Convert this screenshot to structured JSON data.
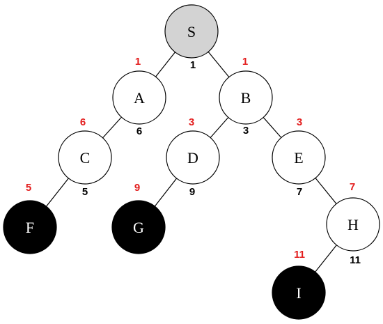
{
  "colors": {
    "edge": "#000000",
    "node_stroke": "#000000",
    "node_default_fill": "#ffffff",
    "node_start_fill": "#d3d3d3",
    "node_goal_fill": "#000000",
    "label_dark": "#000000",
    "label_light": "#ffffff",
    "red_value": "#e31d1d",
    "black_value": "#000000"
  },
  "nodes": [
    {
      "id": "S",
      "label": "S",
      "kind": "start",
      "red_value": "",
      "black_value": "1"
    },
    {
      "id": "A",
      "label": "A",
      "kind": "normal",
      "red_value": "1",
      "black_value": "6"
    },
    {
      "id": "B",
      "label": "B",
      "kind": "normal",
      "red_value": "1",
      "black_value": "3"
    },
    {
      "id": "C",
      "label": "C",
      "kind": "normal",
      "red_value": "6",
      "black_value": "5"
    },
    {
      "id": "D",
      "label": "D",
      "kind": "normal",
      "red_value": "3",
      "black_value": "9"
    },
    {
      "id": "E",
      "label": "E",
      "kind": "normal",
      "red_value": "3",
      "black_value": "7"
    },
    {
      "id": "F",
      "label": "F",
      "kind": "leaf",
      "red_value": "5",
      "black_value": ""
    },
    {
      "id": "G",
      "label": "G",
      "kind": "leaf",
      "red_value": "9",
      "black_value": ""
    },
    {
      "id": "H",
      "label": "H",
      "kind": "normal",
      "red_value": "7",
      "black_value": "11"
    },
    {
      "id": "I",
      "label": "I",
      "kind": "leaf",
      "red_value": "11",
      "black_value": ""
    }
  ],
  "edges": [
    {
      "from": "S",
      "to": "A"
    },
    {
      "from": "S",
      "to": "B"
    },
    {
      "from": "A",
      "to": "C"
    },
    {
      "from": "B",
      "to": "D"
    },
    {
      "from": "B",
      "to": "E"
    },
    {
      "from": "C",
      "to": "F"
    },
    {
      "from": "D",
      "to": "G"
    },
    {
      "from": "E",
      "to": "H"
    },
    {
      "from": "H",
      "to": "I"
    }
  ]
}
